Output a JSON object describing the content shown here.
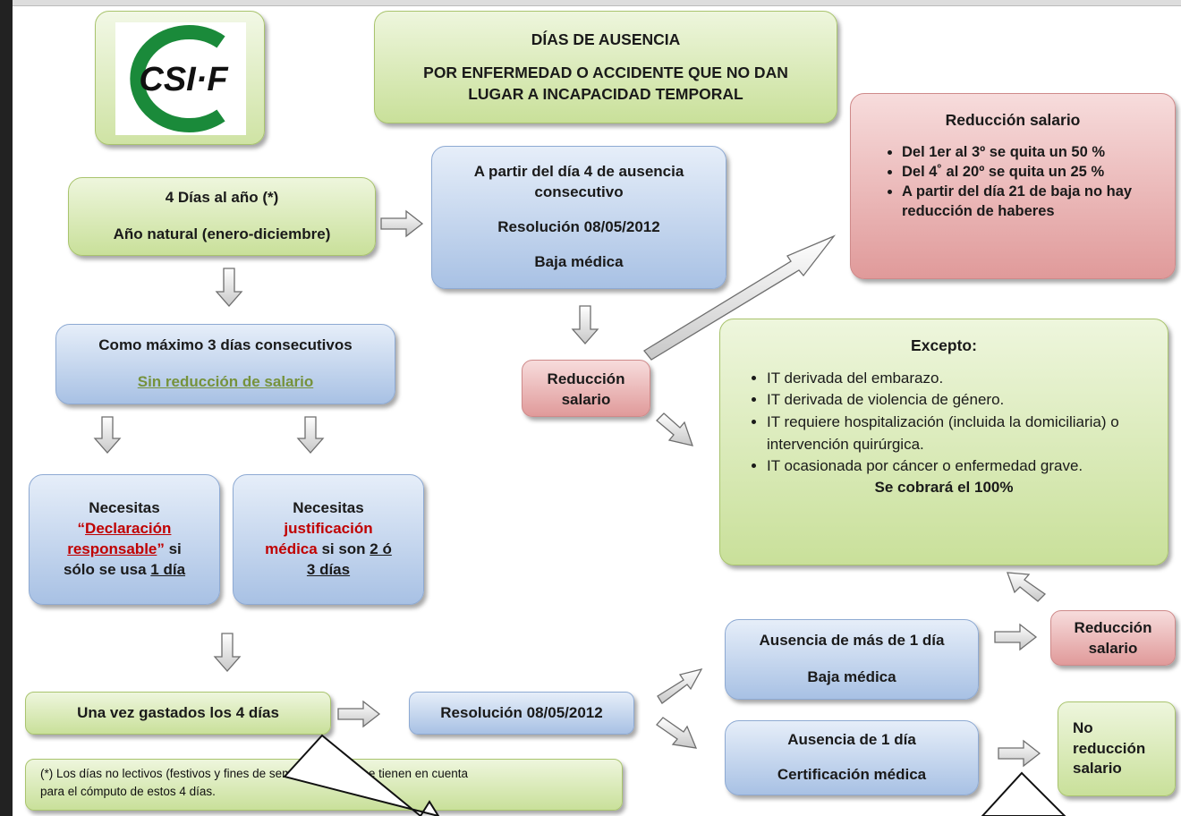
{
  "title": {
    "line1": "DÍAS DE AUSENCIA",
    "line2": "POR ENFERMEDAD O ACCIDENTE QUE NO DAN",
    "line3": "LUGAR A INCAPACIDAD TEMPORAL"
  },
  "logo": {
    "text": "CSI·F"
  },
  "days_box": {
    "line1": "4 Días al año (*)",
    "line2": "Año natural (enero-diciembre)"
  },
  "consecutive_box": {
    "line1": "Como máximo 3 días consecutivos",
    "line2": "Sin reducción de salario"
  },
  "left_need": {
    "w1": "Necesitas",
    "quote_open": "“",
    "term": "Declaración responsable",
    "quote_close": "”",
    "w2": " si",
    "w3": "sólo se usa ",
    "w4": "1 día"
  },
  "right_need": {
    "w1": "Necesitas",
    "term": "justificación",
    "term2": "médica",
    "w2": " si son ",
    "w3": "2 ó",
    "w4": "3 días"
  },
  "spent_box": {
    "label": "Una vez gastados los 4 días"
  },
  "footnote": {
    "line1": "(*) Los días no lectivos (festivos y fines de semana, etc.) no se tienen en cuenta",
    "line2": "para el cómputo de estos 4 días."
  },
  "resolution_left": {
    "label": "Resolución 08/05/2012"
  },
  "day4_box": {
    "line1": "A partir del día 4 de ausencia",
    "line2": "consecutivo",
    "line3": "Resolución 08/05/2012",
    "line4": "Baja médica"
  },
  "reduction_small": {
    "line1": "Reducción",
    "line2": "salario"
  },
  "salary_reduction_box": {
    "title": "Reducción salario",
    "items": [
      "Del 1er al 3º se quita un 50 %",
      "Del 4˚ al 20º se quita un 25 %",
      "A partir del día 21 de baja no hay reducción de haberes"
    ]
  },
  "except_box": {
    "title": "Excepto:",
    "items": [
      "IT derivada del embarazo.",
      "IT derivada de violencia de género.",
      "IT requiere hospitalización (incluida la domiciliaria) o intervención quirúrgica.",
      "IT ocasionada por cáncer o enfermedad grave."
    ],
    "footer": "Se cobrará el 100%"
  },
  "more_than_one": {
    "line1": "Ausencia de más de 1 día",
    "line2": "Baja médica"
  },
  "one_day": {
    "line1": "Ausencia de 1 día",
    "line2": "Certificación médica"
  },
  "reduction_right": {
    "line1": "Reducción",
    "line2": "salario"
  },
  "no_reduction": {
    "line1": "No",
    "line2": "reducción",
    "line3": "salario"
  },
  "colors": {
    "green": "#c9e09a",
    "blue": "#a8c1e4",
    "red": "#e09a9a",
    "accent_red": "#c00000",
    "accent_green": "#76923c"
  }
}
